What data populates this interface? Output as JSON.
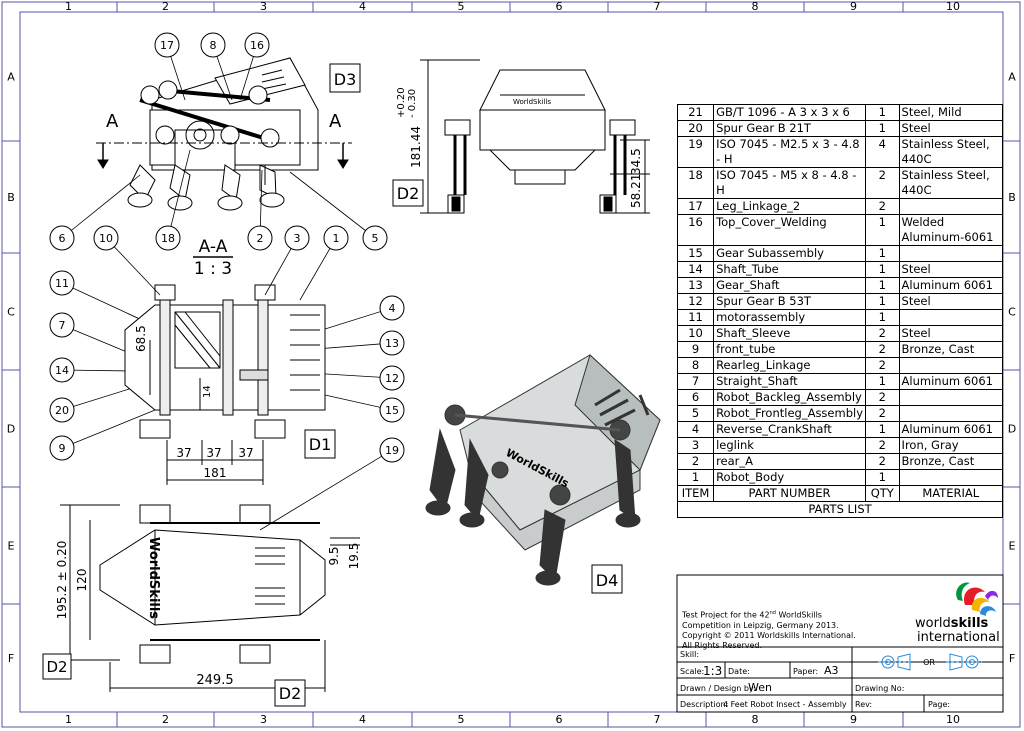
{
  "border": {
    "columns": [
      "1",
      "2",
      "3",
      "4",
      "5",
      "6",
      "7",
      "8",
      "9",
      "10"
    ],
    "rows": [
      "A",
      "B",
      "C",
      "D",
      "E",
      "F"
    ]
  },
  "views": {
    "d3_tag": "D3",
    "d2_top_tag": "D2",
    "d1_tag": "D1",
    "d4_tag": "D4",
    "d2_bottom_tag": "D2",
    "d2_bottom_left_tag": "D2",
    "section_label": "A-A",
    "section_scale": "1 : 3",
    "section_a_left": "A",
    "section_a_right": "A",
    "balloons_top": [
      "17",
      "8",
      "16"
    ],
    "balloons_bottom": [
      "6",
      "18",
      "2",
      "5"
    ],
    "balloons_c": [
      "10",
      "3",
      "1"
    ],
    "balloons_left": [
      "11",
      "7",
      "14",
      "20",
      "9"
    ],
    "balloons_right": [
      "4",
      "13",
      "12",
      "15"
    ],
    "balloon_19": "19",
    "logo_text": "WorldSkills"
  },
  "dimensions": {
    "d2_height": "181.44",
    "d2_tol_plus": "+0.20",
    "d2_tol_minus": "- 0.30",
    "d2_345": "34.5",
    "d2_5821": "58.21",
    "d1_685": "68.5",
    "d1_14": "14",
    "d1_37a": "37",
    "d1_37b": "37",
    "d1_37c": "37",
    "d1_181": "181",
    "top_1952": "195.2 ± 0.20",
    "top_120": "120",
    "top_95": "9.5",
    "top_195": "19.5",
    "top_2495": "249.5"
  },
  "parts_list": {
    "rows": [
      {
        "item": "21",
        "part": "GB/T 1096 - A 3 x 3 x 6",
        "qty": "1",
        "material": "Steel, Mild"
      },
      {
        "item": "20",
        "part": "Spur Gear B 21T",
        "qty": "1",
        "material": "Steel"
      },
      {
        "item": "19",
        "part": "ISO 7045 - M2.5 x 3 - 4.8 - H",
        "qty": "4",
        "material": "Stainless Steel, 440C"
      },
      {
        "item": "18",
        "part": "ISO 7045 - M5 x 8 - 4.8 - H",
        "qty": "2",
        "material": "Stainless Steel, 440C"
      },
      {
        "item": "17",
        "part": "Leg_Linkage_2",
        "qty": "2",
        "material": ""
      },
      {
        "item": "16",
        "part": "Top_Cover_Welding",
        "qty": "1",
        "material": "Welded Aluminum-6061"
      },
      {
        "item": "15",
        "part": "Gear Subassembly",
        "qty": "1",
        "material": ""
      },
      {
        "item": "14",
        "part": "Shaft_Tube",
        "qty": "1",
        "material": "Steel"
      },
      {
        "item": "13",
        "part": "Gear_Shaft",
        "qty": "1",
        "material": "Aluminum 6061"
      },
      {
        "item": "12",
        "part": "Spur Gear B 53T",
        "qty": "1",
        "material": "Steel"
      },
      {
        "item": "11",
        "part": "motorassembly",
        "qty": "1",
        "material": ""
      },
      {
        "item": "10",
        "part": "Shaft_Sleeve",
        "qty": "2",
        "material": "Steel"
      },
      {
        "item": "9",
        "part": "front_tube",
        "qty": "2",
        "material": "Bronze, Cast"
      },
      {
        "item": "8",
        "part": "Rearleg_Linkage",
        "qty": "2",
        "material": ""
      },
      {
        "item": "7",
        "part": "Straight_Shaft",
        "qty": "1",
        "material": "Aluminum 6061"
      },
      {
        "item": "6",
        "part": "Robot_Backleg_Assembly",
        "qty": "2",
        "material": ""
      },
      {
        "item": "5",
        "part": "Robot_Frontleg_Assembly",
        "qty": "2",
        "material": ""
      },
      {
        "item": "4",
        "part": "Reverse_CrankShaft",
        "qty": "1",
        "material": "Aluminum 6061"
      },
      {
        "item": "3",
        "part": "leglink",
        "qty": "2",
        "material": "Iron, Gray"
      },
      {
        "item": "2",
        "part": "rear_A",
        "qty": "2",
        "material": "Bronze, Cast"
      },
      {
        "item": "1",
        "part": "Robot_Body",
        "qty": "1",
        "material": ""
      }
    ],
    "header": {
      "item": "ITEM",
      "part": "PART NUMBER",
      "qty": "QTY",
      "material": "MATERIAL"
    },
    "footer": "PARTS LIST"
  },
  "title_block": {
    "line1": "Test Project for the 42",
    "line1_sup": "nd",
    "line1_rest": " WorldSkills",
    "line2": "Competition in Leipzig, Germany 2013.",
    "line3": "Copyright © 2011 Worldskills International.",
    "line4": "All Rights Reserved.",
    "logo_world": "world",
    "logo_skills": "skills",
    "logo_intl": "international",
    "skill_label": "Skill:",
    "scale_label": "Scale:",
    "scale_value": "1:3",
    "date_label": "Date:",
    "paper_label": "Paper:",
    "paper_value": "A3",
    "drawn_label": "Drawn / Design by:",
    "drawn_value": "Wen",
    "drawing_no_label": "Drawing No:",
    "desc_label": "Description:",
    "desc_value": "4 Feet Robot Insect - Assembly",
    "rev_label": "Rev:",
    "page_label": "Page:",
    "projection_or": "OR"
  }
}
